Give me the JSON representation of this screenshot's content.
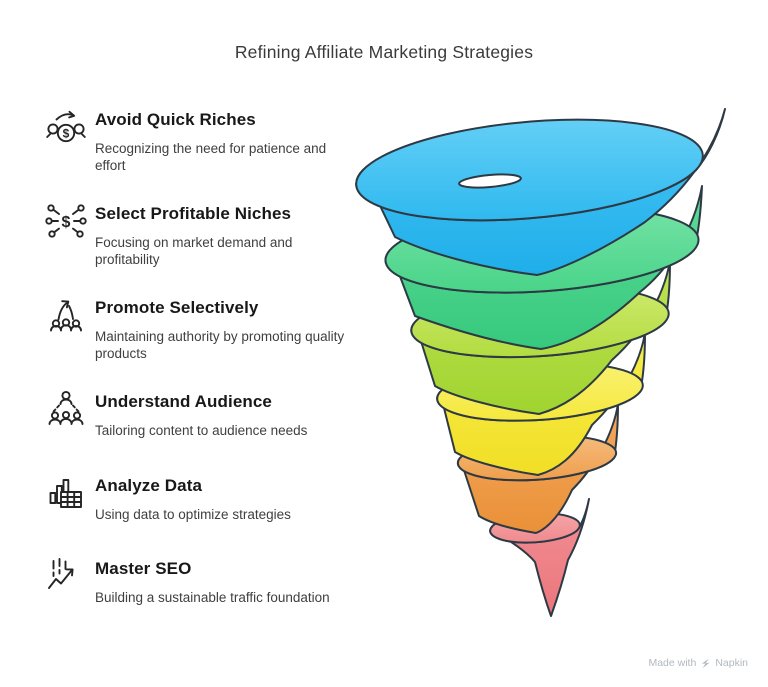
{
  "title": "Refining Affiliate Marketing Strategies",
  "items": [
    {
      "icon": "money-cycle-icon",
      "title": "Avoid Quick Riches",
      "description": "Recognizing the need for patience and\neffort"
    },
    {
      "icon": "niche-network-icon",
      "title": "Select Profitable Niches",
      "description": "Focusing on market demand and\nprofitability"
    },
    {
      "icon": "promote-growth-icon",
      "title": "Promote Selectively",
      "description": "Maintaining authority by promoting quality\nproducts"
    },
    {
      "icon": "audience-icon",
      "title": "Understand Audience",
      "description": "Tailoring content to audience needs"
    },
    {
      "icon": "data-chart-icon",
      "title": "Analyze Data",
      "description": "Using data to optimize strategies"
    },
    {
      "icon": "seo-trend-icon",
      "title": "Master SEO",
      "description": "Building a sustainable traffic foundation"
    }
  ],
  "funnel": {
    "type": "spiral-funnel",
    "levels": [
      {
        "stage": 1,
        "color": "#3EC1F2"
      },
      {
        "stage": 2,
        "color": "#4FD78F"
      },
      {
        "stage": 3,
        "color": "#B5DE48"
      },
      {
        "stage": 4,
        "color": "#F6E93F"
      },
      {
        "stage": 5,
        "color": "#F0A355"
      },
      {
        "stage": 6,
        "color": "#F08488"
      }
    ],
    "outline_color": "#2d3a45"
  },
  "footer": {
    "made_with": "Made with",
    "brand": "Napkin"
  }
}
